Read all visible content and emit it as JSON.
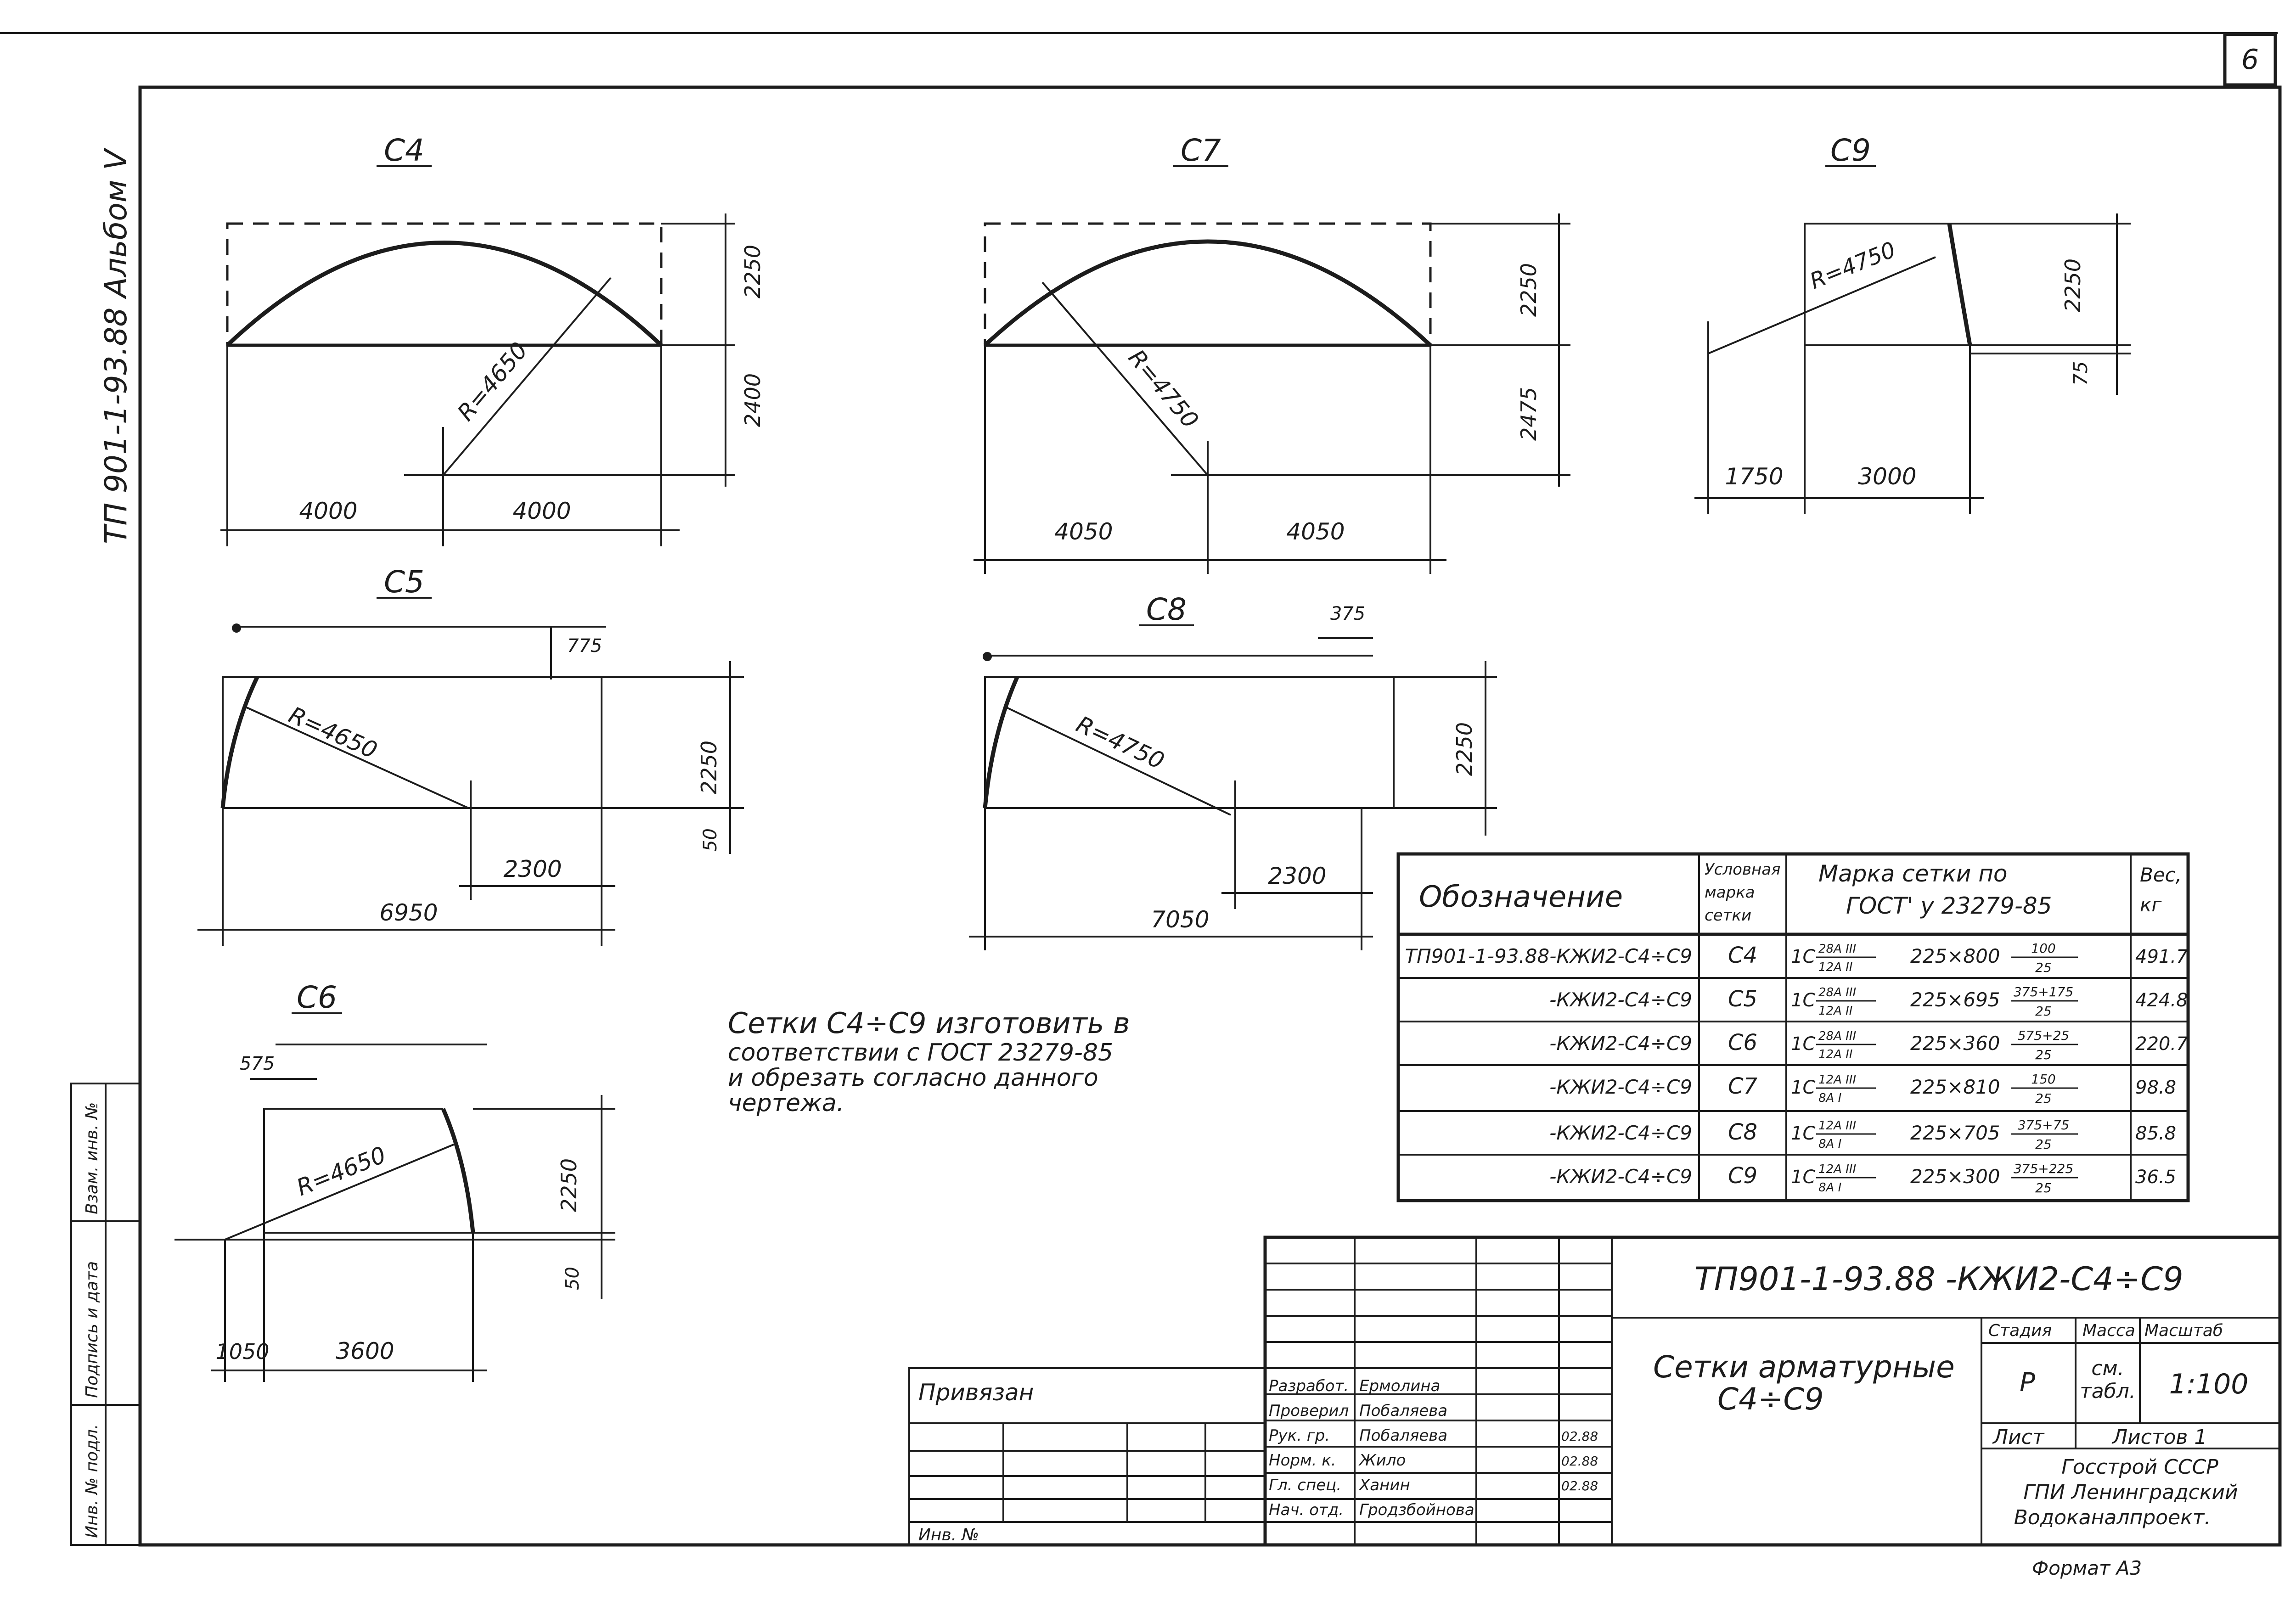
{
  "page_number": "6",
  "side_title": "ТП 901-1-93.88  Альбом V",
  "drawings": {
    "c4": {
      "label": "С4",
      "radius": "R=4650",
      "height": "2250",
      "offset": "2400",
      "left": "4000",
      "right": "4000"
    },
    "c7": {
      "label": "С7",
      "radius": "R=4750",
      "height": "2250",
      "offset": "2475",
      "left": "4050",
      "right": "4050"
    },
    "c9": {
      "label": "С9",
      "radius": "R=4750",
      "height": "2250",
      "offset": "75",
      "left": "1750",
      "right": "3000"
    },
    "c5": {
      "label": "С5",
      "radius": "R=4650",
      "height": "2250",
      "offset": "50",
      "top_dim": "775",
      "inner": "2300",
      "total": "6950"
    },
    "c8": {
      "label": "С8",
      "radius": "R=4750",
      "height": "2250",
      "top_dim": "375",
      "inner": "2300",
      "total": "7050"
    },
    "c6": {
      "label": "С6",
      "radius": "R=4650",
      "height": "2250",
      "offset": "50",
      "top_dim": "575",
      "left": "1050",
      "right": "3600"
    }
  },
  "note": [
    "Сетки С4÷С9 изготовить в",
    "соответствии с ГОСТ 23279-85",
    "и обрезать согласно данного",
    "чертежа."
  ],
  "spec_table": {
    "headers": {
      "designation": "Обозначение",
      "mark": [
        "Условная",
        "марка",
        "сетки"
      ],
      "grade": [
        "Марка сетки по",
        "ГОСТ' у 23279-85"
      ],
      "weight": [
        "Вес,",
        "кг"
      ]
    },
    "rows": [
      {
        "designation": "ТП901-1-93.88-КЖИ2-С4÷С9",
        "mark": "С4",
        "grade_pre": "1С",
        "frac_top": "28A III",
        "frac_bottom": "12A II",
        "size": "225×800",
        "frac2_top": "100",
        "frac2_bottom": "25",
        "weight": "491.7"
      },
      {
        "designation": "-КЖИ2-С4÷С9",
        "mark": "С5",
        "grade_pre": "1С",
        "frac_top": "28A III",
        "frac_bottom": "12A II",
        "size": "225×695",
        "frac2_top": "375+175",
        "frac2_bottom": "25",
        "weight": "424.8"
      },
      {
        "designation": "-КЖИ2-С4÷С9",
        "mark": "С6",
        "grade_pre": "1С",
        "frac_top": "28A III",
        "frac_bottom": "12A II",
        "size": "225×360",
        "frac2_top": "575+25",
        "frac2_bottom": "25",
        "weight": "220.7"
      },
      {
        "designation": "-КЖИ2-С4÷С9",
        "mark": "С7",
        "grade_pre": "1С",
        "frac_top": "12A III",
        "frac_bottom": "8A I",
        "size": "225×810",
        "frac2_top": "150",
        "frac2_bottom": "25",
        "weight": "98.8"
      },
      {
        "designation": "-КЖИ2-С4÷С9",
        "mark": "С8",
        "grade_pre": "1С",
        "frac_top": "12A III",
        "frac_bottom": "8A I",
        "size": "225×705",
        "frac2_top": "375+75",
        "frac2_bottom": "25",
        "weight": "85.8"
      },
      {
        "designation": "-КЖИ2-С4÷С9",
        "mark": "С9",
        "grade_pre": "1С",
        "frac_top": "12A III",
        "frac_bottom": "8A I",
        "size": "225×300",
        "frac2_top": "375+225",
        "frac2_bottom": "25",
        "weight": "36.5"
      }
    ]
  },
  "title_block": {
    "code": "ТП901-1-93.88 -КЖИ2-С4÷С9",
    "name": [
      "Сетки арматурные",
      "С4÷С9"
    ],
    "stage_label": "Стадия",
    "mass_label": "Масса",
    "scale_label": "Масштаб",
    "stage": "Р",
    "mass": [
      "см.",
      "табл."
    ],
    "scale": "1:100",
    "sheet_label": "Лист",
    "sheets_label": "Листов 1",
    "org": [
      "Госстрой СССР",
      "ГПИ Ленинградский",
      "Водоканалпроект."
    ],
    "bound": "Привязан",
    "inv": "Инв. №",
    "roles": [
      {
        "role": "Разработ.",
        "name": "Ермолина",
        "date": ""
      },
      {
        "role": "Проверил",
        "name": "Побаляева",
        "date": ""
      },
      {
        "role": "Рук. гр.",
        "name": "Побаляева",
        "date": "02.88"
      },
      {
        "role": "Норм. к.",
        "name": "Жило",
        "date": "02.88"
      },
      {
        "role": "Гл. спец.",
        "name": "Ханин",
        "date": "02.88"
      },
      {
        "role": "Нач. отд.",
        "name": "Гродзбойнова",
        "date": ""
      }
    ],
    "left_stamp": [
      "Инв. № подл.",
      "Подпись и дата",
      "Взам. инв. №"
    ],
    "format": "Формат А3"
  }
}
